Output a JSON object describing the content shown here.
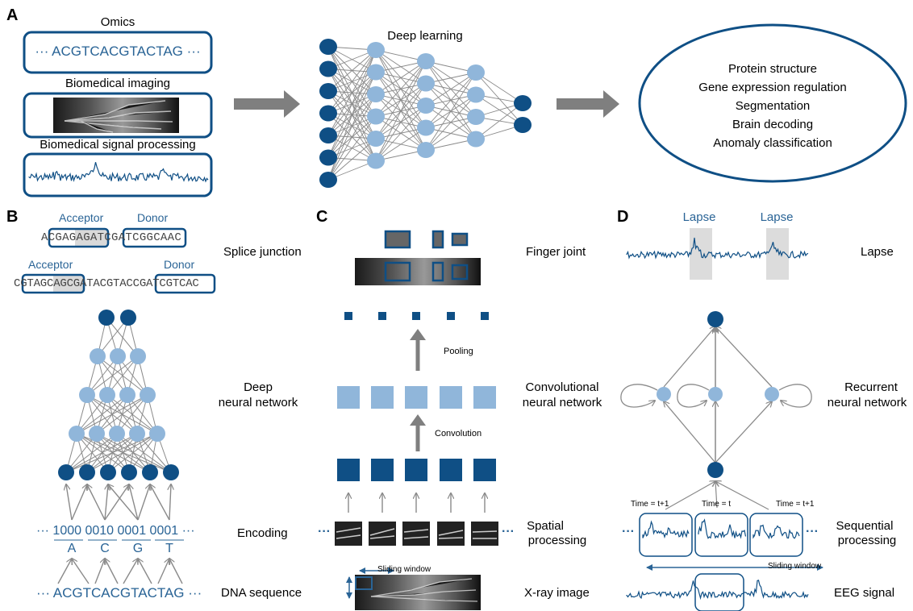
{
  "panels": {
    "a": "A",
    "b": "B",
    "c": "C",
    "d": "D"
  },
  "panel_a": {
    "omics_title": "Omics",
    "omics_sequence": "··· ACGTCACGTACTAG ···",
    "imaging_title": "Biomedical imaging",
    "signal_title": "Biomedical signal processing",
    "dl_title": "Deep learning",
    "applications": [
      "Protein structure",
      "Gene expression regulation",
      "Segmentation",
      "Brain decoding",
      "Anomaly classification"
    ]
  },
  "panel_b": {
    "acceptor": "Acceptor",
    "donor": "Donor",
    "seq1": "ACGAGAGATCGATCGGCAAC",
    "seq2": "CGTAGCAGCGATACGTACCGATCGTCAC",
    "splice_label": "Splice junction",
    "dnn_label_1": "Deep",
    "dnn_label_2": "neural network",
    "encoding_codes": "··· 1000 0010 0001 0001 ···",
    "encoding_letters": [
      "A",
      "C",
      "G",
      "T"
    ],
    "encoding_label": "Encoding",
    "dna_sequence": "··· ACGTCACGTACTAG ···",
    "dna_label": "DNA sequence"
  },
  "panel_c": {
    "finger_label": "Finger joint",
    "pooling": "Pooling",
    "convolution": "Convolution",
    "cnn_label_1": "Convolutional",
    "cnn_label_2": "neural network",
    "spatial_1": "Spatial",
    "spatial_2": "processing",
    "sliding_window": "Sliding window",
    "xray_label": "X-ray image",
    "dots": "···"
  },
  "panel_d": {
    "lapse": "Lapse",
    "lapse_label": "Lapse",
    "rnn_label_1": "Recurrent",
    "rnn_label_2": "neural network",
    "time_labels": [
      "Time = t+1",
      "Time = t",
      "Time = t+1"
    ],
    "sequential_1": "Sequential",
    "sequential_2": "processing",
    "sliding_window": "Sliding window",
    "eeg_label": "EEG signal",
    "dots": "···"
  },
  "colors": {
    "dark_blue": "#0f4f85",
    "light_blue": "#90b6da",
    "gray_arrow": "#7f7f7f",
    "line_gray": "#8a8a8a",
    "text_blue": "#2a6496"
  }
}
